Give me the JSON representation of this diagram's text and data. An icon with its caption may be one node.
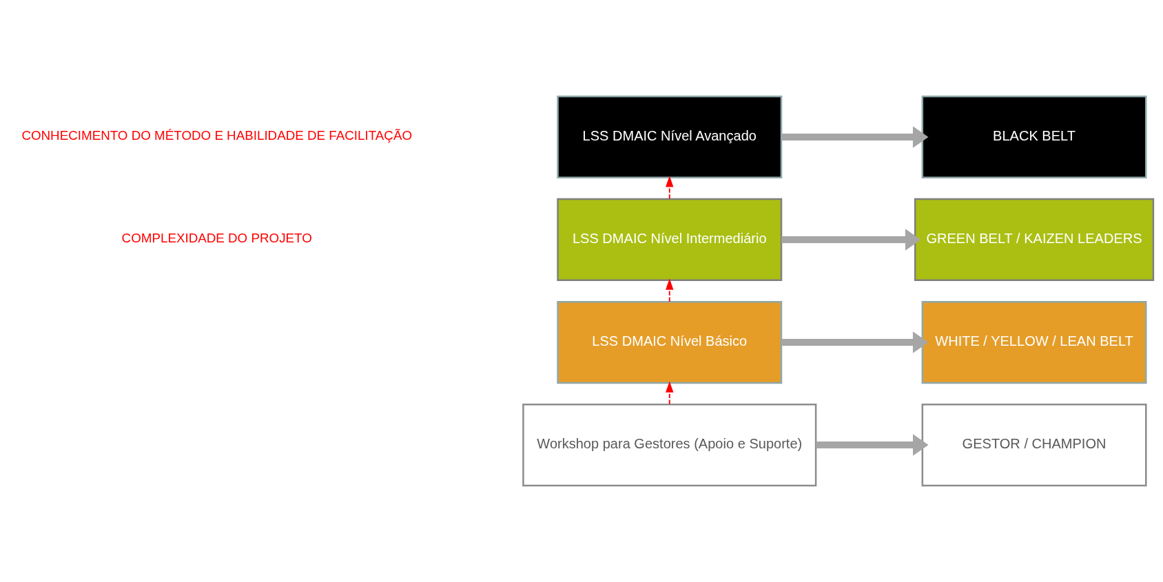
{
  "diagram": {
    "nodes": [
      {
        "text": [
          "LSS DMAIC Nível Avançado"
        ]
      },
      {
        "text": [
          "BLACK BELT"
        ]
      },
      {
        "text": [
          "LSS DMAIC Nível Intermediário"
        ]
      },
      {
        "text": [
          "GREEN BELT / KAIZEN LEADERS"
        ]
      },
      {
        "text": [
          "LSS DMAIC Nível Básico"
        ]
      },
      {
        "text": [
          "WHITE / YELLOW / LEAN BELT"
        ]
      },
      {
        "text": [
          "Workshop para Gestores (Apoio e Suporte)"
        ]
      },
      {
        "text": [
          "GESTOR / CHAMPION"
        ]
      }
    ],
    "edges": [
      {
        "from": 0,
        "to": 1,
        "arrow": "to"
      },
      {
        "from": 2,
        "to": 3,
        "arrow": "to"
      },
      {
        "from": 4,
        "to": 5,
        "arrow": "to"
      },
      {
        "from": 6,
        "to": 7,
        "arrow": "to"
      },
      {
        "from": 6,
        "to": 4,
        "arrow": "to",
        "style": "dashed",
        "color": "#ff0000"
      },
      {
        "from": 4,
        "to": 2,
        "arrow": "to",
        "style": "dashed",
        "color": "#ff0000"
      },
      {
        "from": 2,
        "to": 0,
        "arrow": "to",
        "style": "dashed",
        "color": "#ff0000"
      }
    ],
    "labels": [
      "CONHECIMENTO DO MÉTODO E HABILIDADE DE FACILITAÇÃO",
      "COMPLEXIDADE DO PROJETO"
    ]
  }
}
